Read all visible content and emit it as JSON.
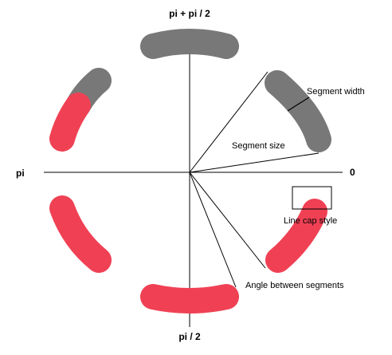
{
  "axis_labels": {
    "top": "pi + pi / 2",
    "bottom": "pi / 2",
    "left": "pi",
    "right": "0"
  },
  "annotations": {
    "segment_width": "Segment width",
    "segment_size": "Segment size",
    "line_cap_style": "Line cap style",
    "angle_between_segments": "Angle between segments"
  },
  "colors": {
    "filled": "#f04154",
    "empty": "#787878",
    "line": "#000000"
  },
  "progress": {
    "segments": 6,
    "description": "three segments fully red, one segment partly red, two gray"
  }
}
